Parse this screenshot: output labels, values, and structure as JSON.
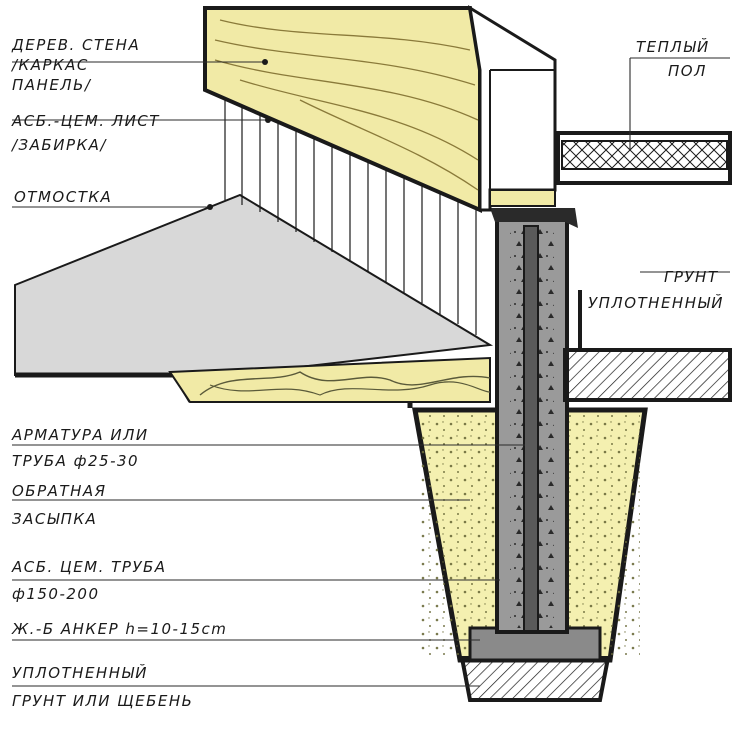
{
  "labels": {
    "wall_line1": "ДЕРЕВ. СТЕНА",
    "wall_line2": "/КАРКАС",
    "wall_line3": "ПАНЕЛЬ/",
    "sheet_line1": "АСБ.-ЦЕМ. ЛИСТ",
    "sheet_line2": "/ЗАБИРКА/",
    "blind_area": "ОТМОСТКА",
    "warm_floor_line1": "ТЕПЛЫЙ",
    "warm_floor_line2": "ПОЛ",
    "soil_line1": "ГРУНТ",
    "soil_line2": "УПЛОТНЕННЫЙ",
    "rebar_line1": "АРМАТУРА ИЛИ",
    "rebar_line2": "ТРУБА ф25-30",
    "backfill_line1": "ОБРАТНАЯ",
    "backfill_line2": "ЗАСЫПКА",
    "pipe_line1": "АСБ. ЦЕМ. ТРУБА",
    "pipe_line2": "ф150-200",
    "anchor": "Ж.-Б АНКЕР h=10-15cm",
    "base_line1": "УПЛОТНЕННЫЙ",
    "base_line2": "ГРУНТ ИЛИ ЩЕБЕНЬ"
  },
  "colors": {
    "wood": "#f1eaa6",
    "sand": "#f4f0b0",
    "concrete": "#8a8a8a",
    "ink": "#1a1a1a",
    "blind_area": "#d8d8d8"
  }
}
